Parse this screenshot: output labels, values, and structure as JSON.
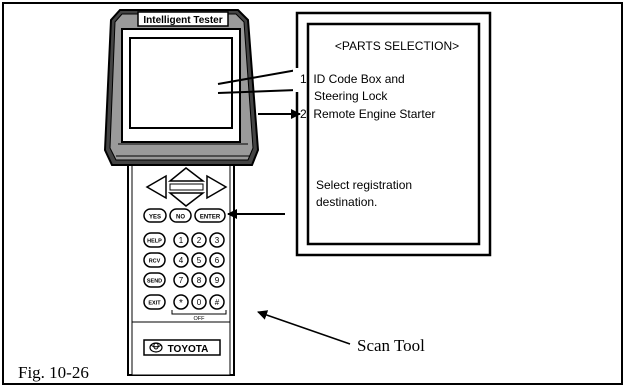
{
  "tester": {
    "title": "Intelligent Tester",
    "logo": "TOYOTA",
    "off_label": "OFF",
    "keys": {
      "yes": "YES",
      "no": "NO",
      "enter": "ENTER",
      "help": "HELP",
      "rcv": "RCV",
      "send": "SEND",
      "exit": "EXIT",
      "k1": "1",
      "k2": "2",
      "k3": "3",
      "k4": "4",
      "k5": "5",
      "k6": "6",
      "k7": "7",
      "k8": "8",
      "k9": "9",
      "star": "*",
      "k0": "0",
      "hash": "#"
    }
  },
  "screen": {
    "header": "<PARTS SELECTION>",
    "item1_line1": "1. ID Code Box and",
    "item1_line2": "Steering Lock",
    "item2": "2. Remote Engine Starter",
    "prompt_line1": "Select registration",
    "prompt_line2": "destination."
  },
  "labels": {
    "scan_tool": "Scan Tool",
    "fig": "Fig. 10-26"
  }
}
